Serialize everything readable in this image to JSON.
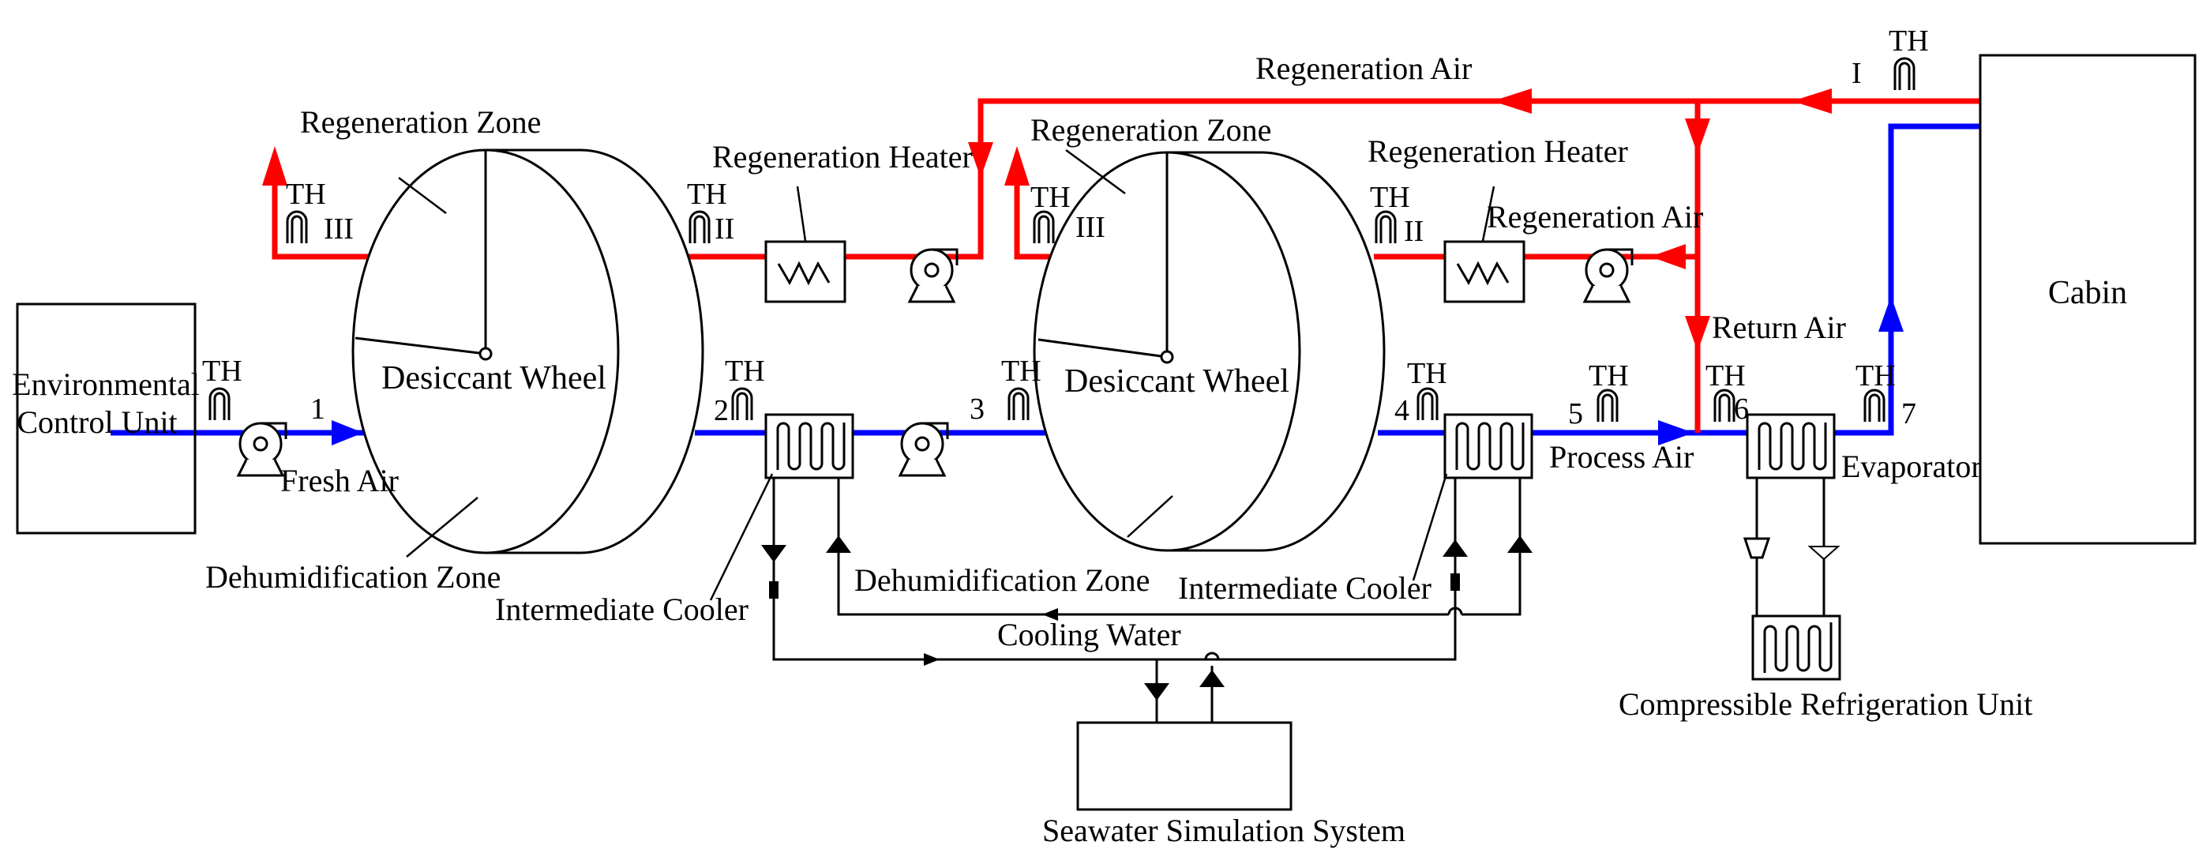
{
  "colors": {
    "regeneration": "#ff0000",
    "process": "#0000ff",
    "water": "#000000"
  },
  "labels": {
    "regeneration_air_top": "Regeneration Air",
    "regeneration_zone_1": "Regeneration Zone",
    "regeneration_zone_2": "Regeneration Zone",
    "regeneration_heater_1": "Regeneration Heater",
    "regeneration_heater_2": "Regeneration Heater",
    "regeneration_air_right": "Regeneration Air",
    "return_air": "Return Air",
    "desiccant_wheel_1": "Desiccant Wheel",
    "desiccant_wheel_2": "Desiccant Wheel",
    "ecu_line1": "Environmental",
    "ecu_line2": "Control Unit",
    "fresh_air": "Fresh Air",
    "dehumidification_zone_1": "Dehumidification Zone",
    "dehumidification_zone_2": "Dehumidification Zone",
    "intermediate_cooler_1": "Intermediate Cooler",
    "intermediate_cooler_2": "Intermediate Cooler",
    "cooling_water": "Cooling Water",
    "seawater": "Seawater Simulation System",
    "process_air": "Process Air",
    "evaporator": "Evaporator",
    "cabin": "Cabin",
    "refrigeration": "Compressible Refrigeration Unit",
    "th": "TH",
    "point_1": "1",
    "point_2": "2",
    "point_3": "3",
    "point_4": "4",
    "point_5": "5",
    "point_6": "6",
    "point_7": "7",
    "roman_I": "I",
    "roman_II": "II",
    "roman_III": "III"
  }
}
